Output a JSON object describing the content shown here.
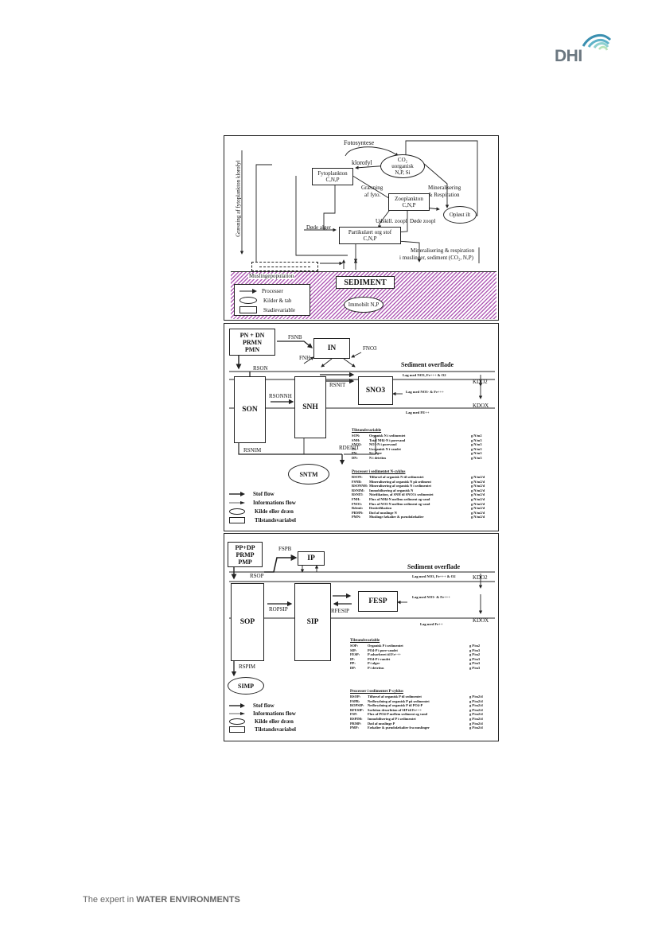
{
  "header": {
    "logo_text": "DHI"
  },
  "footer": {
    "tagline_prefix": "The expert in ",
    "tagline_emphasis": "WATER ENVIRONMENTS"
  },
  "diagram1": {
    "fotosyntese": "Fotosyntese",
    "klorofyl": "klorofyl",
    "co2_box": [
      "CO₂",
      "uorganisk",
      "N,P, Si"
    ],
    "fytoplankton": [
      "Fytoplankton",
      "C,N,P"
    ],
    "grasning": [
      "Græsning",
      "af fyto."
    ],
    "mineralisering": [
      "Mineralisering",
      "& Respiration"
    ],
    "zooplankton": [
      "Zooplankton",
      "C,N,P"
    ],
    "opl_ilt": "Opløst ilt",
    "udskill": "Udskill. zoopl",
    "dode_zoopl": "Døde zoopl",
    "dode_alger": "Døde alger",
    "partikulaert": [
      "Partikulært org stof",
      "C,N,P"
    ],
    "vertical_label": "Græsning af fytoplankton klorofyl",
    "mineral_sediment": [
      "Mineralisering & respiration",
      "i muslinger, sediment (CO₂, N,P)"
    ],
    "muslinge": "Muslingepopulation",
    "sediment": "SEDIMENT",
    "immobilt": "Immobilt N,P",
    "legend": [
      "Processer",
      "Kilder & tab",
      "Stadievariable"
    ]
  },
  "diagram2": {
    "source_box": [
      "PN + DN",
      "PRMN",
      "PMN"
    ],
    "fsnb": "FSNB",
    "in_box": "IN",
    "fno3": "FNO3",
    "fnh": "FNH",
    "rson": "RSON",
    "sed_overflade": "Sediment overflade",
    "lag_no3_o2": "Lag med NO3, Fe+++ & O2",
    "kdo2": "KDO2",
    "rsnit": "RSNIT",
    "lag_no3_fe": "Lag med NO3- & Fe+++",
    "son": "SON",
    "snh": "SNH",
    "sno3": "SNO3",
    "rsonnh": "RSONNH",
    "kdox": "KDOX",
    "lag_fe": "Lag med FE++",
    "rsnim": "RSNIM",
    "rdenit": "RDENIT",
    "sntm": "SNTM",
    "state_title": "Tilstandsvariable",
    "states": [
      [
        "SON:",
        "Organisk N i sedimentet",
        "g N/m2"
      ],
      [
        "SNH:",
        "Total NH4-N i porevand",
        "g N/m3"
      ],
      [
        "SNO3:",
        "NO3-N i porevand",
        "g N/m3"
      ],
      [
        "IN:",
        "Uorganisk N i vandet",
        "g N/m3"
      ],
      [
        "PN:",
        "N i alger",
        "g N/m3"
      ],
      [
        "DN:",
        "N i detritus",
        "g N/m3"
      ]
    ],
    "process_title": "Processer i sedimentet N-cyklus",
    "processes": [
      [
        "RSON:",
        "Tilførsel af organisk N til sedimentet",
        "g N/m2/d"
      ],
      [
        "FSNB:",
        "Mineralisering af organisk N på sediment",
        "g N/m2/d"
      ],
      [
        "RSONNH:",
        "Mineralisering af organisk N i sedimentet",
        "g N/m2/d"
      ],
      [
        "RSNIM:",
        "Immobilisering af organisk N",
        "g N/m2/d"
      ],
      [
        "RSNIT:",
        "Nitrifikation, af SNH til SNO3 i sedimentet",
        "g N/m2/d"
      ],
      [
        "FNH:",
        "Flux af NH4-N mellem sediment og vand",
        "g N/m2/d"
      ],
      [
        "FNO3:",
        "Flux af NO3-N mellem sediment og vand",
        "g N/m2/d"
      ],
      [
        "Rdenit:",
        "Denitrifikation",
        "g N/m2/d"
      ],
      [
        "PRMN:",
        "Død af muslinge N",
        "g N/m2/d"
      ],
      [
        "PMN:",
        "Muslinge fækalier & pseudofækalier",
        "g N/m2/d"
      ]
    ],
    "legend": [
      "Stof flow",
      "Informations flow",
      "Kilde eller dræn",
      "Tilstandsvariabel"
    ]
  },
  "diagram3": {
    "source_box": [
      "PP+DP",
      "PRMP",
      "PMP"
    ],
    "fspb": "FSPB",
    "ip_box": "IP",
    "rsop": "RSOP",
    "sed_overflade": "Sediment overflade",
    "lag_no3_o2": "Lag med NO3, Fe+++ & O2",
    "kdo2": "KDO2",
    "sop": "SOP",
    "sip": "SIP",
    "fesp": "FESP",
    "ropsip": "ROPSIP",
    "lag_no3_fe": "Lag med NO3- & Fe+++",
    "rfesip": "RFESIP",
    "kdox": "KDOX",
    "lag_fe": "Lag med Fe++",
    "rspim": "RSPIM",
    "simp": "SIMP",
    "state_title": "Tilstandsvariable",
    "states": [
      [
        "SOP:",
        "Organisk P i sedimentet",
        "g P/m2"
      ],
      [
        "SIP:",
        "PO4-P i pore vandet",
        "g P/m3"
      ],
      [
        "FESP:",
        "P adsorberet til Fe+++",
        "g P/m2"
      ],
      [
        "IP:",
        "PO4-P i vandet",
        "g P/m3"
      ],
      [
        "PP:",
        "P i alger",
        "g P/m3"
      ],
      [
        "DP:",
        "P i detritus",
        "g P/m3"
      ]
    ],
    "process_title": "Processer i sedimentet P-cyklus",
    "processes": [
      [
        "RSOP:",
        "Tilførsel af organisk P til sedimentet",
        "g P/m2/d"
      ],
      [
        "FSPB:",
        "Nedbrydning af organisk P på sedimentet",
        "g P/m2/d"
      ],
      [
        "ROPSIP:",
        "Nedbrydning af organisk P til PO4-P",
        "g P/m2/d"
      ],
      [
        "RFESIP:",
        "Sorbtion desorbtion af SIP til Fe+++",
        "g P/m2/d"
      ],
      [
        "FSP:",
        "Flux af PO4-P mellem sediment og vand",
        "g P/m2/d"
      ],
      [
        "RSPIM:",
        "Immobilisering af P i sedimentet",
        "g P/m2/d"
      ],
      [
        "PRMP:",
        "Død af muslinge P",
        "g P/m2/d"
      ],
      [
        "PMP:",
        "Fækalier & pseudofækalier fra muslinger",
        "g P/m2/d"
      ]
    ],
    "legend": [
      "Stof flow",
      "Informations flow",
      "Kilde eller dræn",
      "Tilstandsvariabel"
    ]
  }
}
